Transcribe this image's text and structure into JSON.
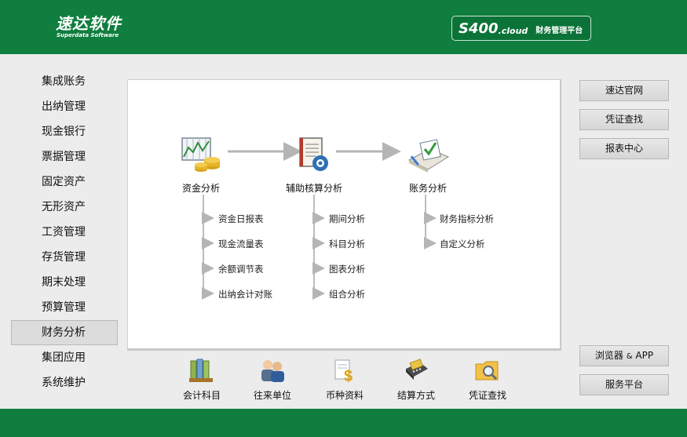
{
  "header": {
    "logo_cn": "速达软件",
    "logo_en": "Superdata Software",
    "product_name": "S400",
    "product_suffix": ".cloud",
    "product_subtitle": "财务管理平台"
  },
  "sidebar": {
    "items": [
      {
        "label": "集成账务"
      },
      {
        "label": "出纳管理"
      },
      {
        "label": "现金银行"
      },
      {
        "label": "票据管理"
      },
      {
        "label": "固定资产"
      },
      {
        "label": "无形资产"
      },
      {
        "label": "工资管理"
      },
      {
        "label": "存货管理"
      },
      {
        "label": "期末处理"
      },
      {
        "label": "预算管理"
      },
      {
        "label": "财务分析",
        "active": true
      },
      {
        "label": "集团应用"
      },
      {
        "label": "系统维护"
      }
    ]
  },
  "flow": {
    "nodes": [
      {
        "label": "资金分析",
        "icon": "fund-chart-icon"
      },
      {
        "label": "辅助核算分析",
        "icon": "ledger-gear-icon"
      },
      {
        "label": "账务分析",
        "icon": "account-book-icon"
      }
    ],
    "branches": [
      {
        "items": [
          "资金日报表",
          "现金流量表",
          "余额调节表",
          "出纳会计对账"
        ]
      },
      {
        "items": [
          "期间分析",
          "科目分析",
          "图表分析",
          "组合分析"
        ]
      },
      {
        "items": [
          "财务指标分析",
          "自定义分析"
        ]
      }
    ]
  },
  "quickbar": {
    "items": [
      {
        "label": "会计科目",
        "icon": "binders-icon"
      },
      {
        "label": "往来单位",
        "icon": "people-icon"
      },
      {
        "label": "币种资料",
        "icon": "currency-icon"
      },
      {
        "label": "结算方式",
        "icon": "card-terminal-icon"
      },
      {
        "label": "凭证查找",
        "icon": "folder-search-icon"
      }
    ]
  },
  "right_buttons": {
    "top": [
      "速达官网",
      "凭证查找",
      "报表中心"
    ],
    "browser_label": "浏览器",
    "browser_amp": "&",
    "browser_app": "APP",
    "service_label": "服务平台"
  },
  "colors": {
    "brand_green": "#0f7e3e",
    "connector_gray": "#b5b5b5",
    "page_bg": "#ececec"
  }
}
